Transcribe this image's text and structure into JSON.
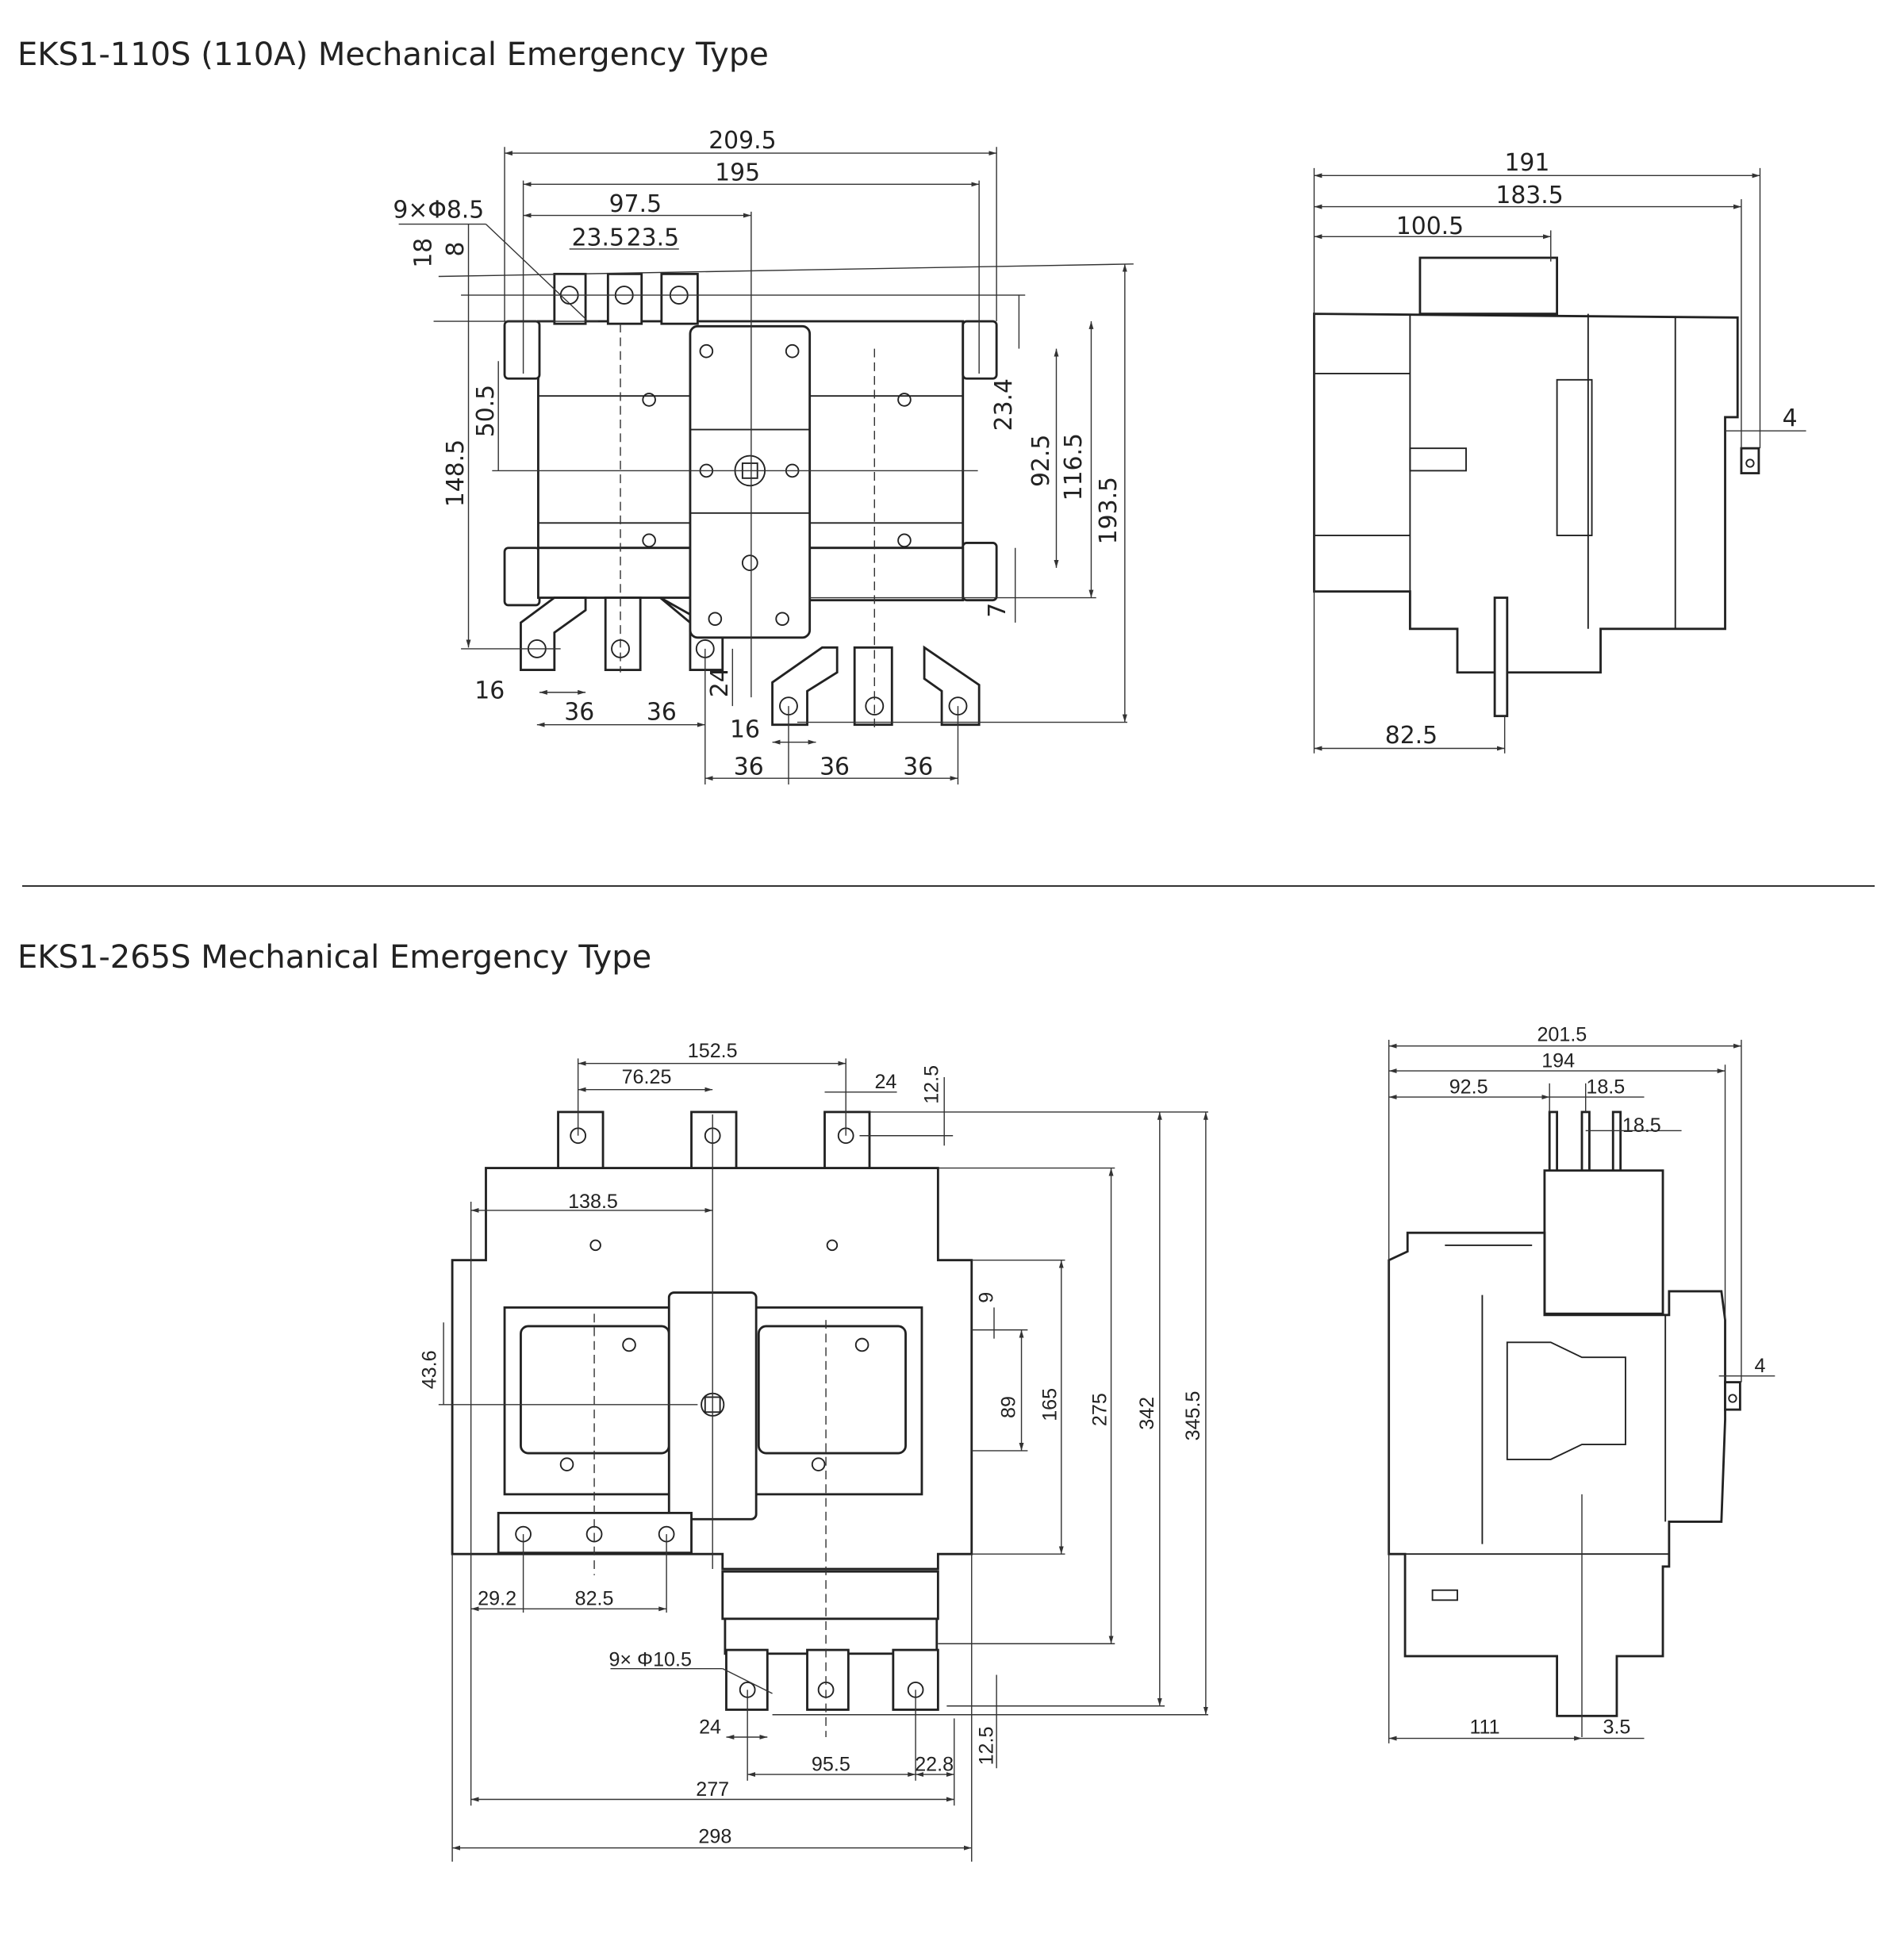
{
  "sections": [
    {
      "title": "EKS1-110S (110A) Mechanical Emergency Type",
      "front_dims": {
        "overall_width": "209.5",
        "mount_width": "195",
        "half_width": "97.5",
        "pole_pitch_a": "23.5",
        "pole_pitch_b": "23.5",
        "holes": "9×Φ8.5",
        "top_18": "18",
        "top_8": "8",
        "h_50_5": "50.5",
        "h_148_5": "148.5",
        "h_23_4": "23.4",
        "h_92_5": "92.5",
        "h_116_5": "116.5",
        "h_193_5": "193.5",
        "h_7": "7",
        "l_16": "16",
        "l_36a": "36",
        "l_36b": "36",
        "v_24": "24",
        "r_16": "16",
        "r_36a": "36",
        "r_36b": "36",
        "r_36c": "36"
      },
      "side_dims": {
        "d_191": "191",
        "d_183_5": "183.5",
        "d_100_5": "100.5",
        "d_4": "4",
        "d_82_5": "82.5"
      }
    },
    {
      "title": "EKS1-265S Mechanical Emergency Type",
      "front_dims": {
        "d_152_5": "152.5",
        "d_76_25": "76.25",
        "d_24_top": "24",
        "d_12_5_top": "12.5",
        "d_138_5": "138.5",
        "d_9": "9",
        "d_43_6": "43.6",
        "d_89": "89",
        "d_165": "165",
        "d_275": "275",
        "d_342": "342",
        "d_345_5": "345.5",
        "d_29_2": "29.2",
        "d_82_5": "82.5",
        "holes": "9× Φ10.5",
        "d_24_bot": "24",
        "d_95_5": "95.5",
        "d_22_8": "22.8",
        "d_12_5_bot": "12.5",
        "d_277": "277",
        "d_298": "298"
      },
      "side_dims": {
        "d_201_5": "201.5",
        "d_194": "194",
        "d_92_5": "92.5",
        "d_18_5a": "18.5",
        "d_18_5b": "18.5",
        "d_4": "4",
        "d_111": "111",
        "d_3_5": "3.5"
      }
    }
  ]
}
